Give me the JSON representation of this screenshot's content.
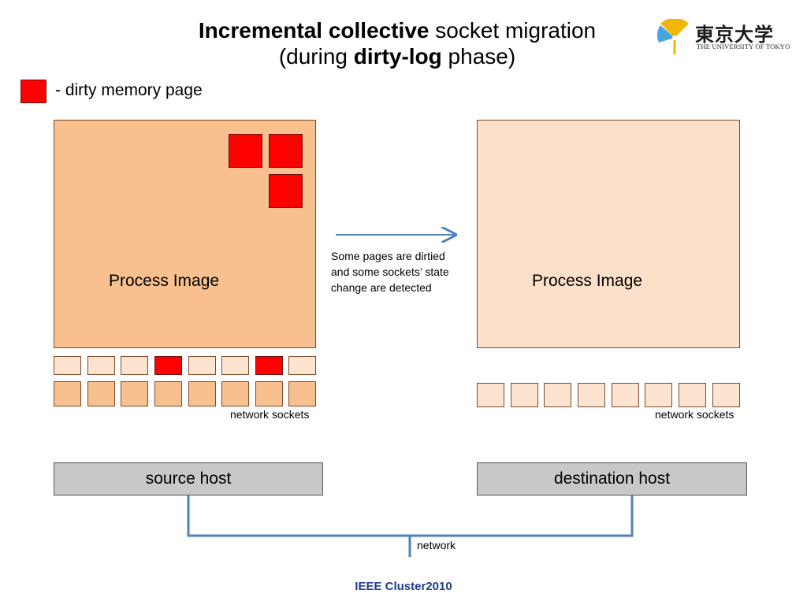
{
  "title": {
    "line1_bold": "Incremental collective",
    "line1_rest": " socket migration",
    "line2_pre": "(during ",
    "line2_bold": "dirty-log",
    "line2_post": " phase)"
  },
  "logo": {
    "kanji": "東京大学",
    "english": "THE UNIVERSITY OF TOKYO",
    "icon": "ginkgo-leaf-icon"
  },
  "legend": {
    "text": "- dirty memory page",
    "color": "#ff0000"
  },
  "source": {
    "process_label": "Process Image",
    "sockets_label": "network sockets",
    "host_label": "source host",
    "socket_states_top": [
      "clean",
      "clean",
      "clean",
      "dirty",
      "clean",
      "clean",
      "dirty",
      "clean"
    ]
  },
  "destination": {
    "process_label": "Process Image",
    "sockets_label": "network sockets",
    "host_label": "destination host"
  },
  "annotation": {
    "line1": "Some pages are dirtied",
    "line2": "and some sockets’ state",
    "line3": "change are detected"
  },
  "network_label": "network",
  "footer": "IEEE Cluster2010",
  "colors": {
    "dirty": "#ff0000",
    "process_source": "#f7c08e",
    "process_destination": "#fce0c9",
    "connector": "#4f81bd",
    "footer": "#1f3d8a"
  }
}
